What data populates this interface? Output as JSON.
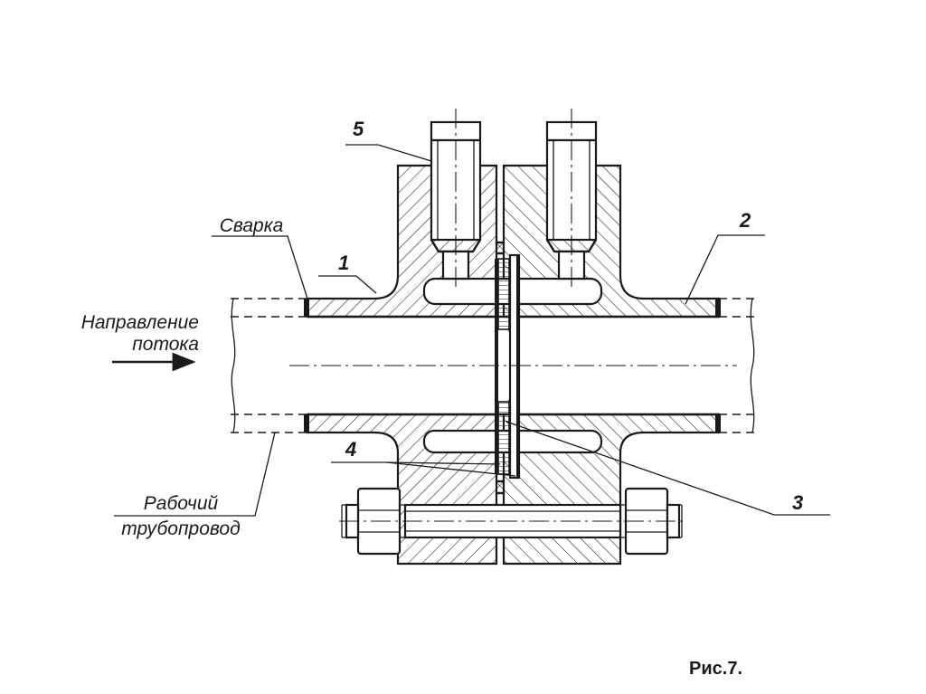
{
  "labels": {
    "welding": "Сварка",
    "flow_direction_line1": "Направление",
    "flow_direction_line2": "потока",
    "pipeline_line1": "Рабочий",
    "pipeline_line2": "трубопровод"
  },
  "callouts": [
    "1",
    "2",
    "3",
    "4",
    "5"
  ],
  "figure_caption": "Рис.7."
}
